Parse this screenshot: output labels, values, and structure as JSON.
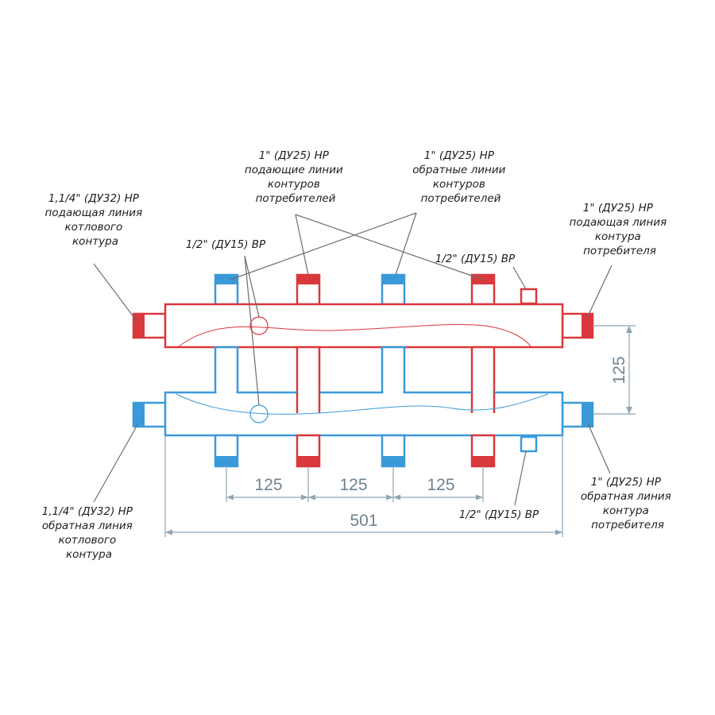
{
  "colors": {
    "supply": "#d9383c",
    "return": "#3a9ad9",
    "dimension": "#6e8291"
  },
  "labels": {
    "boiler_supply": [
      "1,1/4\" (ДУ32) НР",
      "подающая линия",
      "котлового",
      "контура"
    ],
    "consumer_supply_lines": [
      "1\" (ДУ25) НР",
      "подающие линии",
      "контуров",
      "потребителей"
    ],
    "consumer_return_lines": [
      "1\" (ДУ25) НР",
      "обратные линии",
      "контуров",
      "потребителей"
    ],
    "consumer_supply": [
      "1\" (ДУ25) НР",
      "подающая линия",
      "контура",
      "потребителя"
    ],
    "vent_top_left": "1/2\" (ДУ15) ВР",
    "vent_top_right": "1/2\" (ДУ15) ВР",
    "vent_bottom_right": "1/2\" (ДУ15) ВР",
    "boiler_return": [
      "1,1/4\" (ДУ32) НР",
      "обратная линия",
      "котлового",
      "контура"
    ],
    "consumer_return": [
      "1\" (ДУ25) НР",
      "обратная линия",
      "контура",
      "потребителя"
    ]
  },
  "dimensions": {
    "pipe_spacing": "125",
    "outlet_spacing_1": "125",
    "outlet_spacing_2": "125",
    "outlet_spacing_3": "125",
    "overall_length": "501"
  }
}
